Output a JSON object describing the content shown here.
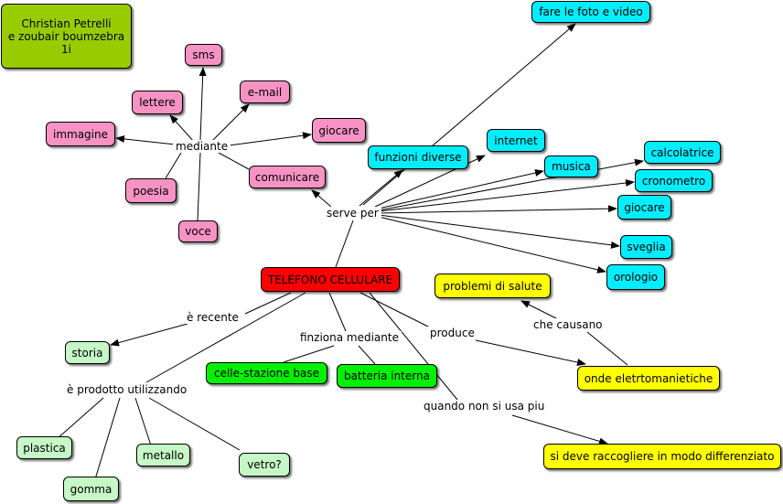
{
  "title_box": {
    "line1": "Christian Petrelli",
    "line2": "e zoubair boumzebra",
    "line3": "1i"
  },
  "colors": {
    "pink": "#f793c4",
    "cyan": "#00eeff",
    "red": "#ff0000",
    "yellow": "#ffff00",
    "bright_green": "#00f000",
    "light_green": "#c6f7c6",
    "olive": "#99cc00",
    "line": "#000000"
  },
  "concepts": {
    "sms": "sms",
    "lettere": "lettere",
    "email": "e-mail",
    "immagine": "immagine",
    "giocare_pink": "giocare",
    "comunicare": "comunicare",
    "poesia": "poesia",
    "voce": "voce",
    "fare_foto_video": "fare le foto e video",
    "funzioni_diverse": "funzioni diverse",
    "internet": "internet",
    "musica": "musica",
    "calcolatrice": "calcolatrice",
    "cronometro": "cronometro",
    "giocare_cyan": "giocare",
    "sveglia": "sveglia",
    "orologio": "orologio",
    "telefono": "TELEFONO CELLULARE",
    "problemi_salute": "problemi di salute",
    "onde": "onde eletrtomanietiche",
    "raccogliere": "si deve raccogliere in modo differenziato",
    "storia": "storia",
    "celle": "celle-stazione base",
    "batteria": "batteria interna",
    "plastica": "plastica",
    "metallo": "metallo",
    "vetro": "vetro?",
    "gomma": "gomma"
  },
  "links": {
    "mediante": "mediante",
    "serve_per": "serve per",
    "e_recente": "è recente",
    "finziona_mediante": "finziona mediante",
    "produce": "produce",
    "che_causano": "che causano",
    "quando_non": "quando non si usa piu",
    "e_prodotto": "è prodotto utilizzando"
  }
}
